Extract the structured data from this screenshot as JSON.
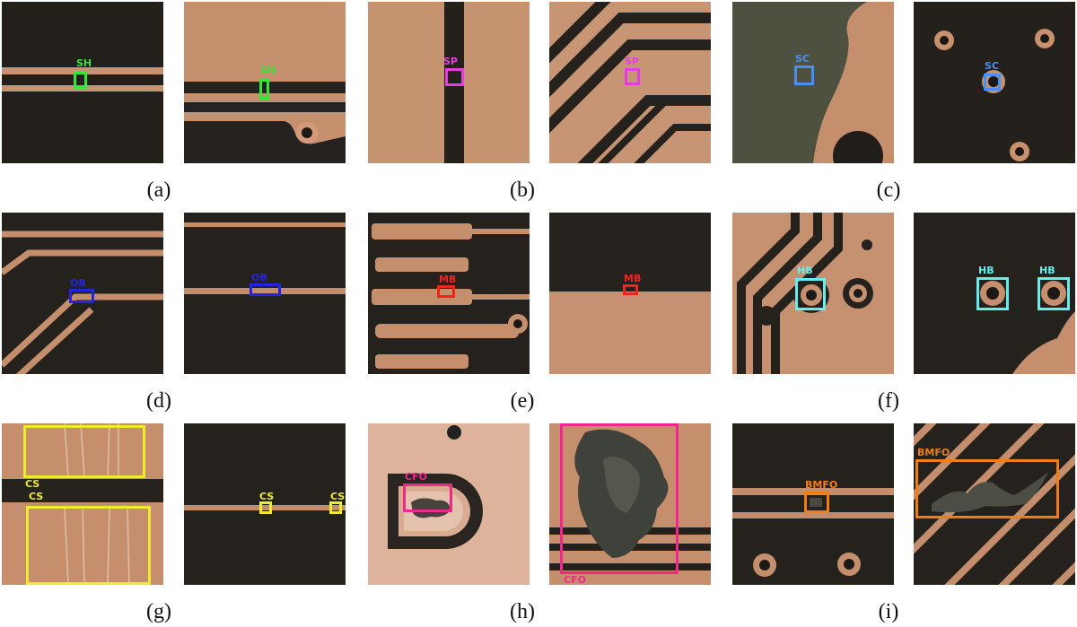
{
  "figure": {
    "captions": [
      "(a)",
      "(b)",
      "(c)",
      "(d)",
      "(e)",
      "(f)",
      "(g)",
      "(h)",
      "(i)"
    ]
  },
  "defect_labels": {
    "sh": "SH",
    "sp": "SP",
    "sc": "SC",
    "ob": "OB",
    "mb": "MB",
    "hb": "HB",
    "cs": "CS",
    "cfo": "CFO",
    "bmfo": "BMFO"
  },
  "colors": {
    "sh": "#33e63a",
    "sp": "#e43ee0",
    "sc": "#4a8ff0",
    "ob": "#2424e0",
    "mb": "#f0241c",
    "hb": "#66eeee",
    "cs": "#ecec2c",
    "cfo": "#f0288c",
    "bmfo": "#f07e14",
    "board_dark": "#2a2621",
    "copper": "#c9926f"
  }
}
